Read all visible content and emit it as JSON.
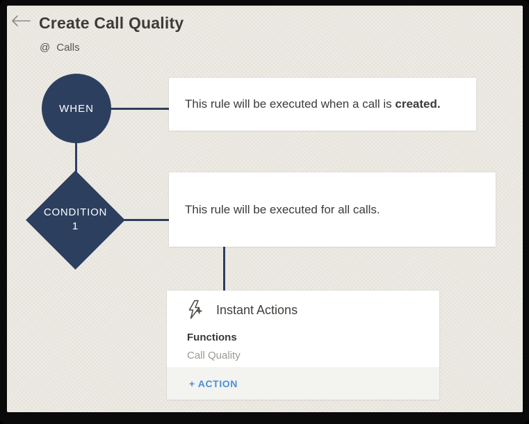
{
  "colors": {
    "frame": "#0a0a0a",
    "panel_background": "#eae7e0",
    "shape_navy": "#2d3f5f",
    "box_background": "#ffffff",
    "footer_background": "#f3f3f0",
    "action_blue": "#4a90d9"
  },
  "header": {
    "back_icon": "left-arrow-icon",
    "title": "Create Call Quality",
    "module_symbol": "@",
    "module_name": "Calls"
  },
  "flow": {
    "when": {
      "label": "WHEN",
      "description_prefix": "This rule will be executed when a call is ",
      "description_bold": "created."
    },
    "condition": {
      "label": "CONDITION",
      "number": "1",
      "description": "This rule will be executed for all calls."
    },
    "instant_actions": {
      "icon": "lightning-plus-icon",
      "title": "Instant Actions",
      "function_label": "Functions",
      "function_value": "Call Quality",
      "add_action_label": "+ ACTION"
    }
  }
}
